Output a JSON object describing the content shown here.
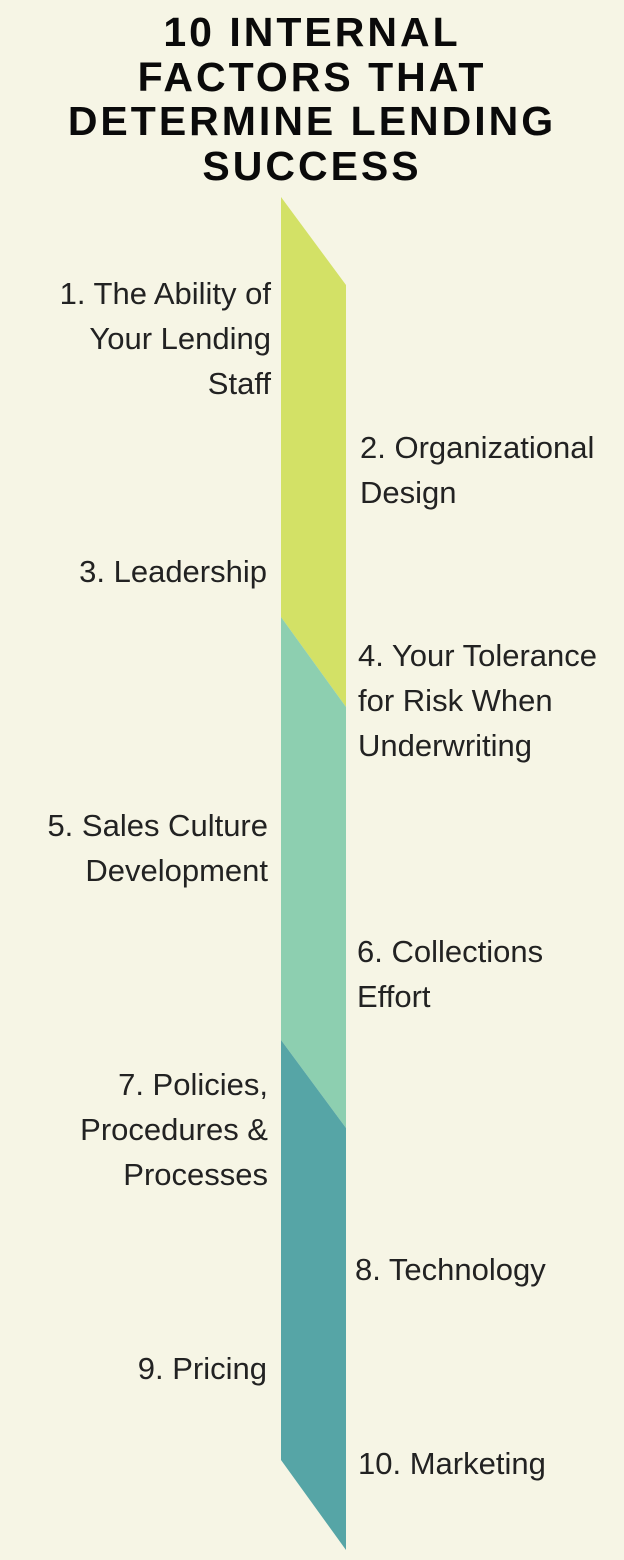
{
  "title": {
    "lines": [
      "10 INTERNAL",
      "FACTORS THAT",
      "DETERMINE LENDING",
      "SUCCESS"
    ]
  },
  "colors": {
    "background": "#F6F5E5",
    "segment_1": "#D3E166",
    "segment_2": "#8DCFB0",
    "segment_3": "#56A5A6",
    "text": "#222222"
  },
  "factors": [
    {
      "number": 1,
      "lines": [
        "1. The Ability of",
        "Your Lending",
        "Staff"
      ],
      "side": "left"
    },
    {
      "number": 2,
      "lines": [
        "2. Organizational",
        "Design"
      ],
      "side": "right"
    },
    {
      "number": 3,
      "lines": [
        "3. Leadership"
      ],
      "side": "left"
    },
    {
      "number": 4,
      "lines": [
        "4. Your Tolerance",
        "for Risk When",
        "Underwriting"
      ],
      "side": "right"
    },
    {
      "number": 5,
      "lines": [
        "5. Sales Culture",
        "Development"
      ],
      "side": "left"
    },
    {
      "number": 6,
      "lines": [
        "6. Collections",
        "Effort"
      ],
      "side": "right"
    },
    {
      "number": 7,
      "lines": [
        "7. Policies,",
        "Procedures &",
        "Processes"
      ],
      "side": "left"
    },
    {
      "number": 8,
      "lines": [
        "8. Technology"
      ],
      "side": "right"
    },
    {
      "number": 9,
      "lines": [
        "9. Pricing"
      ],
      "side": "left"
    },
    {
      "number": 10,
      "lines": [
        "10. Marketing"
      ],
      "side": "right"
    }
  ]
}
